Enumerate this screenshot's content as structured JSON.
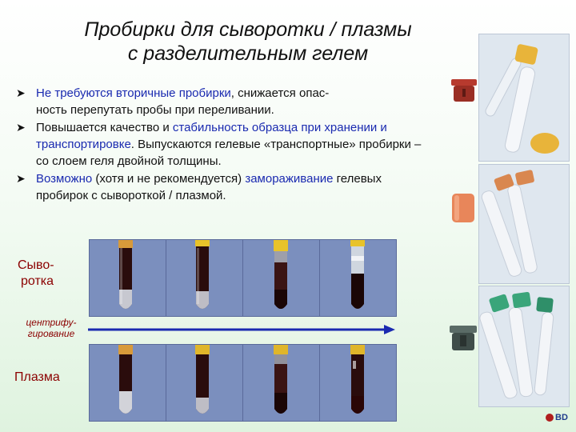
{
  "title": {
    "line1": "Пробирки для сыворотки / плазмы",
    "line2": "с разделительным гелем"
  },
  "bullets": [
    {
      "p1": "Не требуются вторичные пробирки",
      "p2": ", снижается опас-",
      "p3": "ность перепутать пробы при переливании.",
      "p4": ""
    },
    {
      "p1": "Повышается качество и ",
      "p2": "стабильность образца при",
      "p3": "хранении и транспортировке",
      "p4": ". Выпускаются гелевые «транспортные» пробирки – со слоем геля двойной толщины."
    },
    {
      "p1": "Возможно",
      "p2": " (хотя и не рекомендуется) ",
      "p3": "замораживание",
      "p4": " гелевых пробирок с сывороткой / плазмой."
    }
  ],
  "labels": {
    "serum_1": "Сыво-",
    "serum_2": "ротка",
    "centri_1": "центрифу-",
    "centri_2": "гирование",
    "plasma": "Плазма"
  },
  "logo": "BD",
  "colors": {
    "cap_serum_panel1": "#d89a3a",
    "cap_serum_other": "#e8c32a",
    "cap_plasma": "#e0b62a",
    "arrow": "#1a2ab0",
    "red_cap": "#b73a2e",
    "orange_cap": "#e8865a",
    "green_cap": "#3aa57a",
    "gray_cap": "#5a6b66"
  }
}
